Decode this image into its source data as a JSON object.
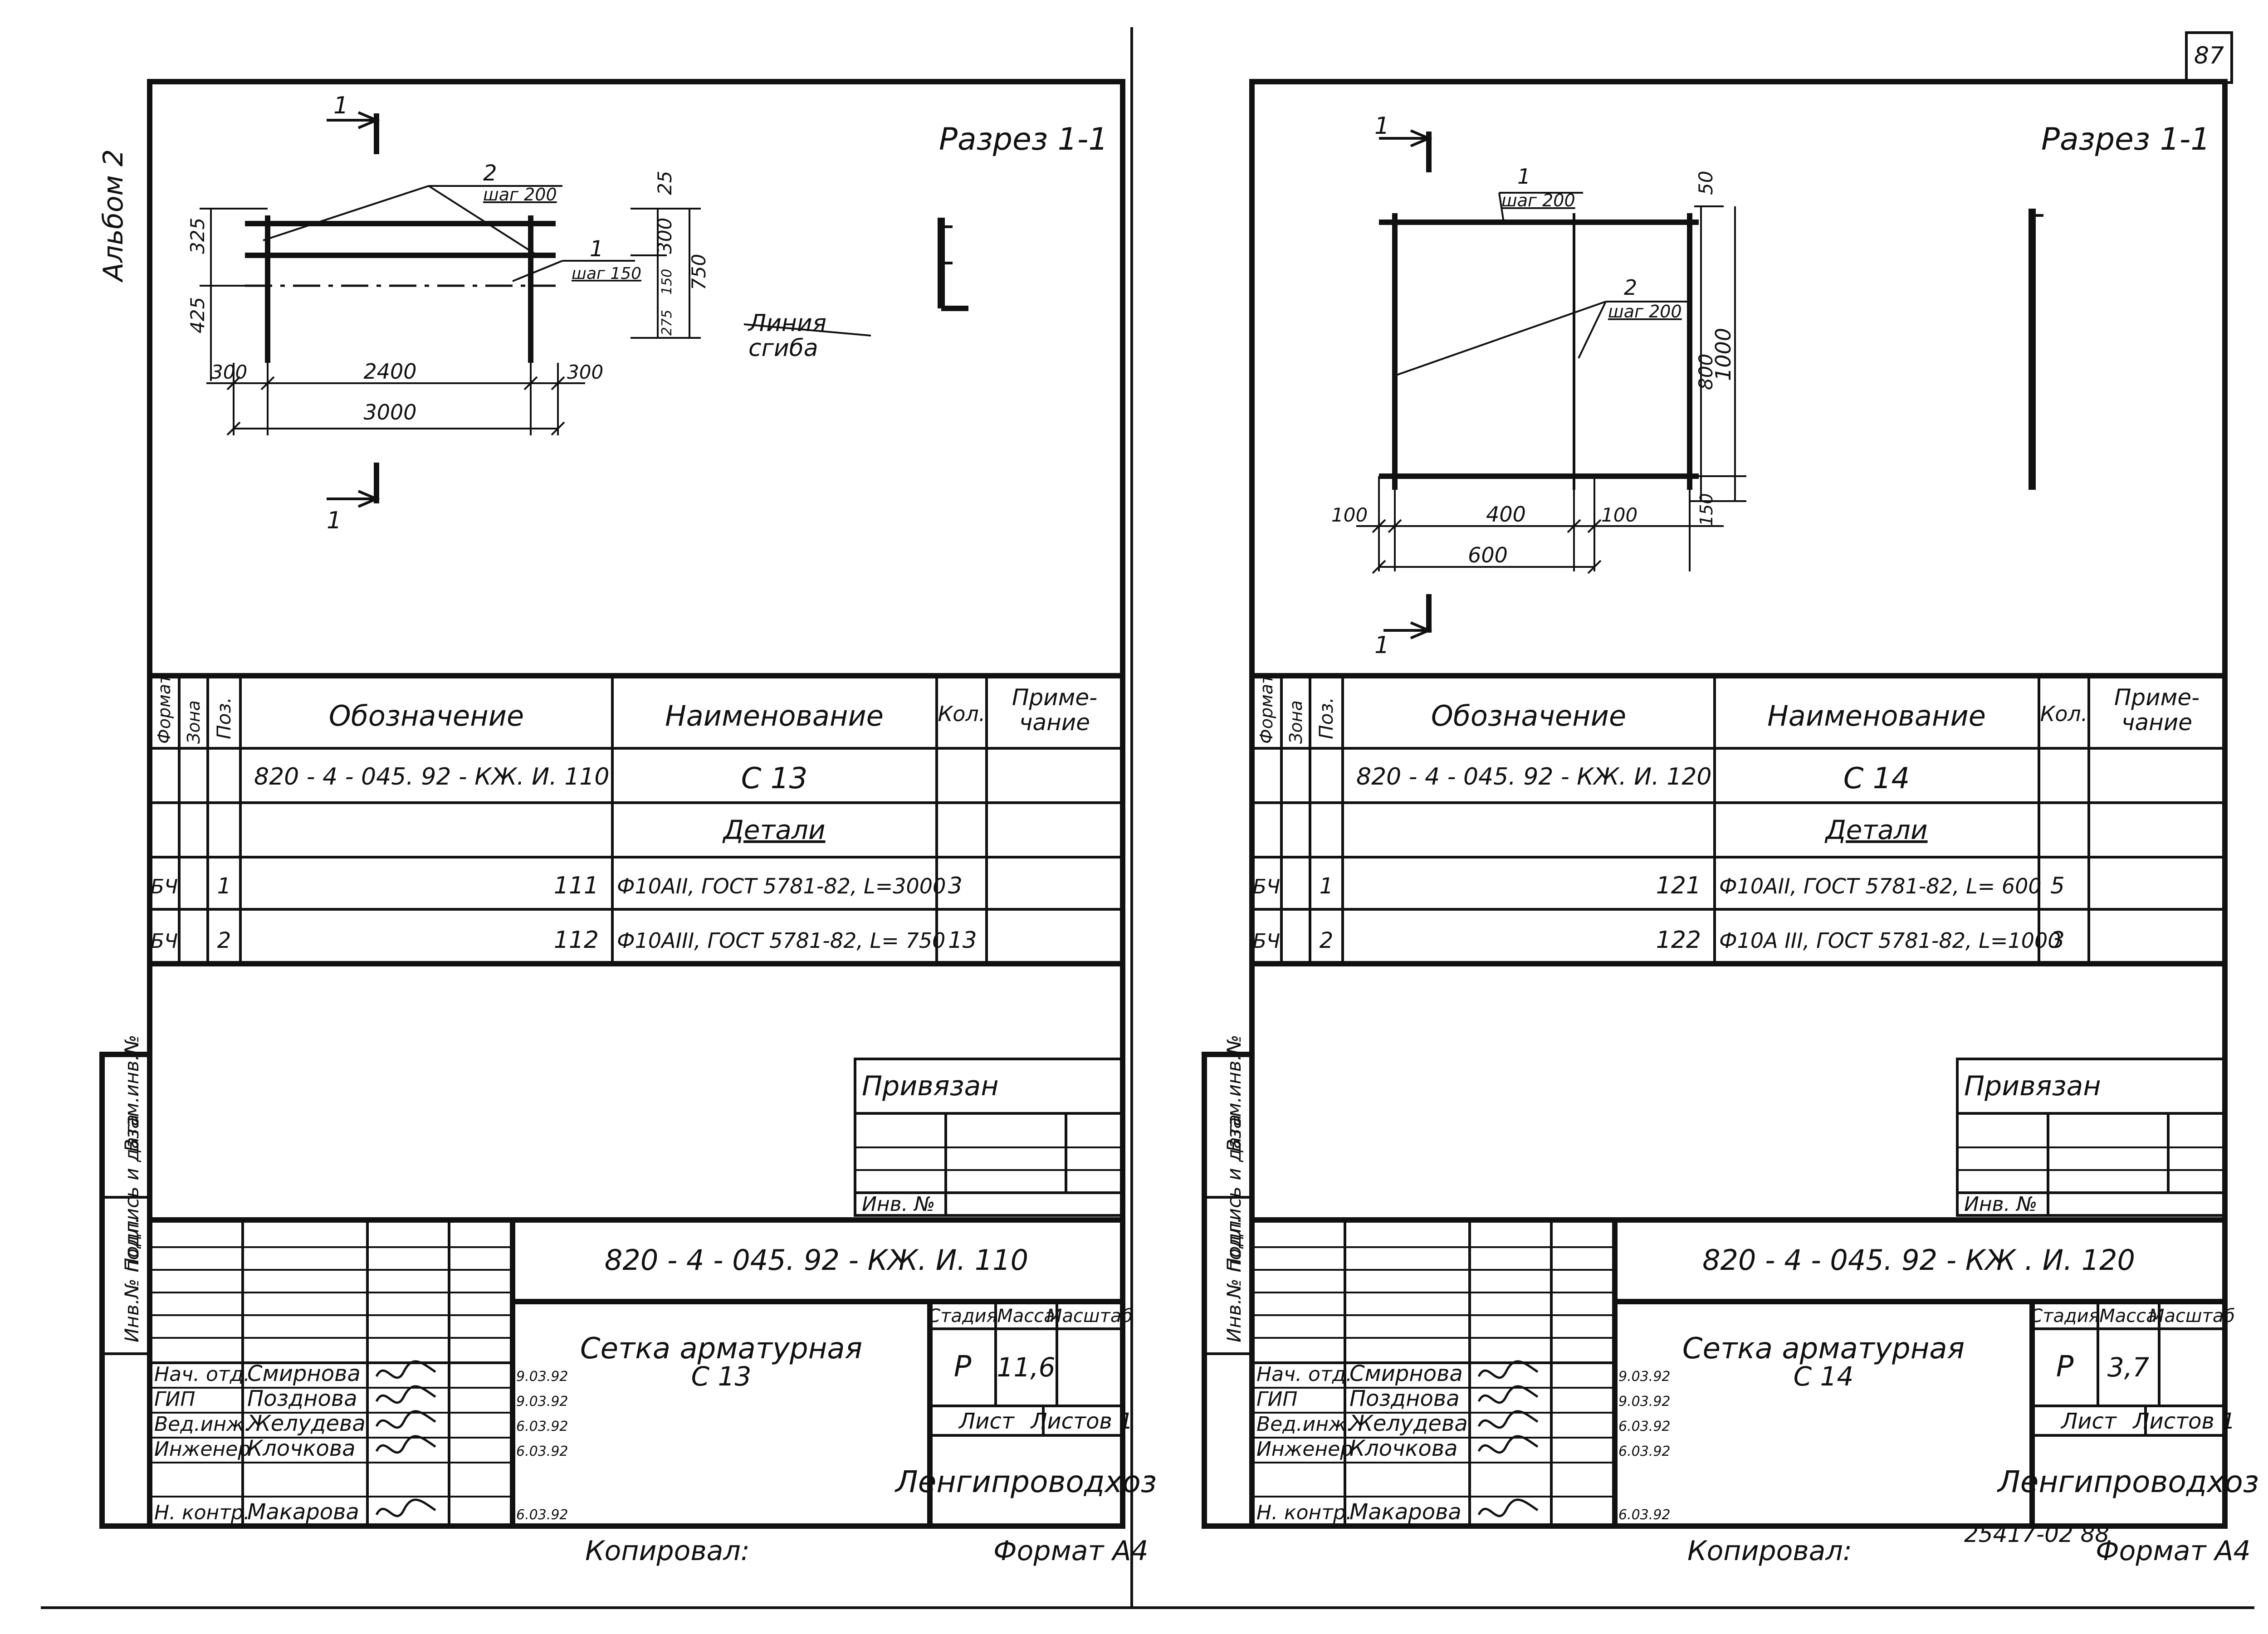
{
  "page_number": "87",
  "vertical_labels": {
    "album": "Альбом 2",
    "inv_podl": "Инв.№ подл.",
    "podp_data": "Подпись и дата",
    "vzam": "Взам.инв.№"
  },
  "sheets": [
    {
      "section_title": "Разрез 1-1",
      "cut_mark": "1",
      "plan": {
        "callouts": [
          "2",
          "шаг 200",
          "1",
          "шаг 150"
        ],
        "dims_right": [
          "25",
          "300",
          "750",
          "150",
          "275"
        ],
        "dims_left": [
          "325",
          "425"
        ],
        "dims_bottom": [
          "300",
          "2400",
          "300",
          "3000"
        ],
        "bend_label": [
          "Линия",
          "сгиба"
        ]
      },
      "spec": {
        "headers": [
          "Формат",
          "Зона",
          "Поз.",
          "Обозначение",
          "Наименование",
          "Кол.",
          "Приме-",
          "чание"
        ],
        "rows": [
          {
            "fmt": "",
            "zone": "",
            "pos": "",
            "oboz": "820 - 4 - 045. 92 - КЖ. И. 110",
            "name": "С 13",
            "qty": ""
          },
          {
            "fmt": "",
            "zone": "",
            "pos": "",
            "oboz": "",
            "name": "Детали",
            "qty": ""
          },
          {
            "fmt": "БЧ",
            "zone": "",
            "pos": "1",
            "oboz": "111",
            "name": "Ф10АII, ГОСТ 5781-82, L=3000",
            "qty": "3"
          },
          {
            "fmt": "БЧ",
            "zone": "",
            "pos": "2",
            "oboz": "112",
            "name": "Ф10АIII, ГОСТ 5781-82, L= 750",
            "qty": "13"
          }
        ]
      },
      "privyazan": "Привязан",
      "inv_no": "Инв. №",
      "title_block": {
        "code": "820 - 4 - 045. 92 - КЖ. И. 110",
        "title_line1": "Сетка арматурная",
        "title_line2": "С 13",
        "stage_h": "Стадия",
        "mass_h": "Масса",
        "scale_h": "Масштаб",
        "stage": "Р",
        "mass": "11,6",
        "sheet": "Лист",
        "sheets": "Листов 1",
        "org": "Ленгипроводхоз",
        "people": [
          {
            "role": "Нач. отд.",
            "name": "Смирнова",
            "date": "9.03.92"
          },
          {
            "role": "ГИП",
            "name": "Позднова",
            "date": "9.03.92"
          },
          {
            "role": "Вед.инж.",
            "name": "Желудева",
            "date": "6.03.92"
          },
          {
            "role": "Инженер",
            "name": "Клочкова",
            "date": "6.03.92"
          },
          {
            "role": "",
            "name": "",
            "date": ""
          },
          {
            "role": "Н. контр.",
            "name": "Макарова",
            "date": "6.03.92"
          }
        ]
      },
      "copied": "Копировал:",
      "format": "Формат А4",
      "footer_extra": ""
    },
    {
      "section_title": "Разрез 1-1",
      "cut_mark": "1",
      "plan": {
        "callouts": [
          "1",
          "шаг 200",
          "2",
          "шаг 200"
        ],
        "dims_right": [
          "50",
          "800",
          "1000",
          "150"
        ],
        "dims_left": [],
        "dims_bottom": [
          "100",
          "400",
          "100",
          "600"
        ],
        "bend_label": []
      },
      "spec": {
        "headers": [
          "Формат",
          "Зона",
          "Поз.",
          "Обозначение",
          "Наименование",
          "Кол.",
          "Приме-",
          "чание"
        ],
        "rows": [
          {
            "fmt": "",
            "zone": "",
            "pos": "",
            "oboz": "820 - 4 - 045. 92 - КЖ. И. 120",
            "name": "С 14",
            "qty": ""
          },
          {
            "fmt": "",
            "zone": "",
            "pos": "",
            "oboz": "",
            "name": "Детали",
            "qty": ""
          },
          {
            "fmt": "БЧ",
            "zone": "",
            "pos": "1",
            "oboz": "121",
            "name": "Ф10АII, ГОСТ 5781-82, L= 600",
            "qty": "5"
          },
          {
            "fmt": "БЧ",
            "zone": "",
            "pos": "2",
            "oboz": "122",
            "name": "Ф10А III, ГОСТ 5781-82, L=1000",
            "qty": "3"
          }
        ]
      },
      "privyazan": "Привязан",
      "inv_no": "Инв. №",
      "title_block": {
        "code": "820 - 4 - 045. 92 - КЖ . И. 120",
        "title_line1": "Сетка арматурная",
        "title_line2": "С 14",
        "stage_h": "Стадия",
        "mass_h": "Масса",
        "scale_h": "Масштаб",
        "stage": "Р",
        "mass": "3,7",
        "sheet": "Лист",
        "sheets": "Листов 1",
        "org": "Ленгипроводхоз",
        "people": [
          {
            "role": "Нач. отд.",
            "name": "Смирнова",
            "date": "9.03.92"
          },
          {
            "role": "ГИП",
            "name": "Позднова",
            "date": "9.03.92"
          },
          {
            "role": "Вед.инж.",
            "name": "Желудева",
            "date": "6.03.92"
          },
          {
            "role": "Инженер",
            "name": "Клочкова",
            "date": "6.03.92"
          },
          {
            "role": "",
            "name": "",
            "date": ""
          },
          {
            "role": "Н. контр.",
            "name": "Макарова",
            "date": "6.03.92"
          }
        ]
      },
      "copied": "Копировал:",
      "format": "Формат А4",
      "footer_extra": "25417-02   88"
    }
  ]
}
